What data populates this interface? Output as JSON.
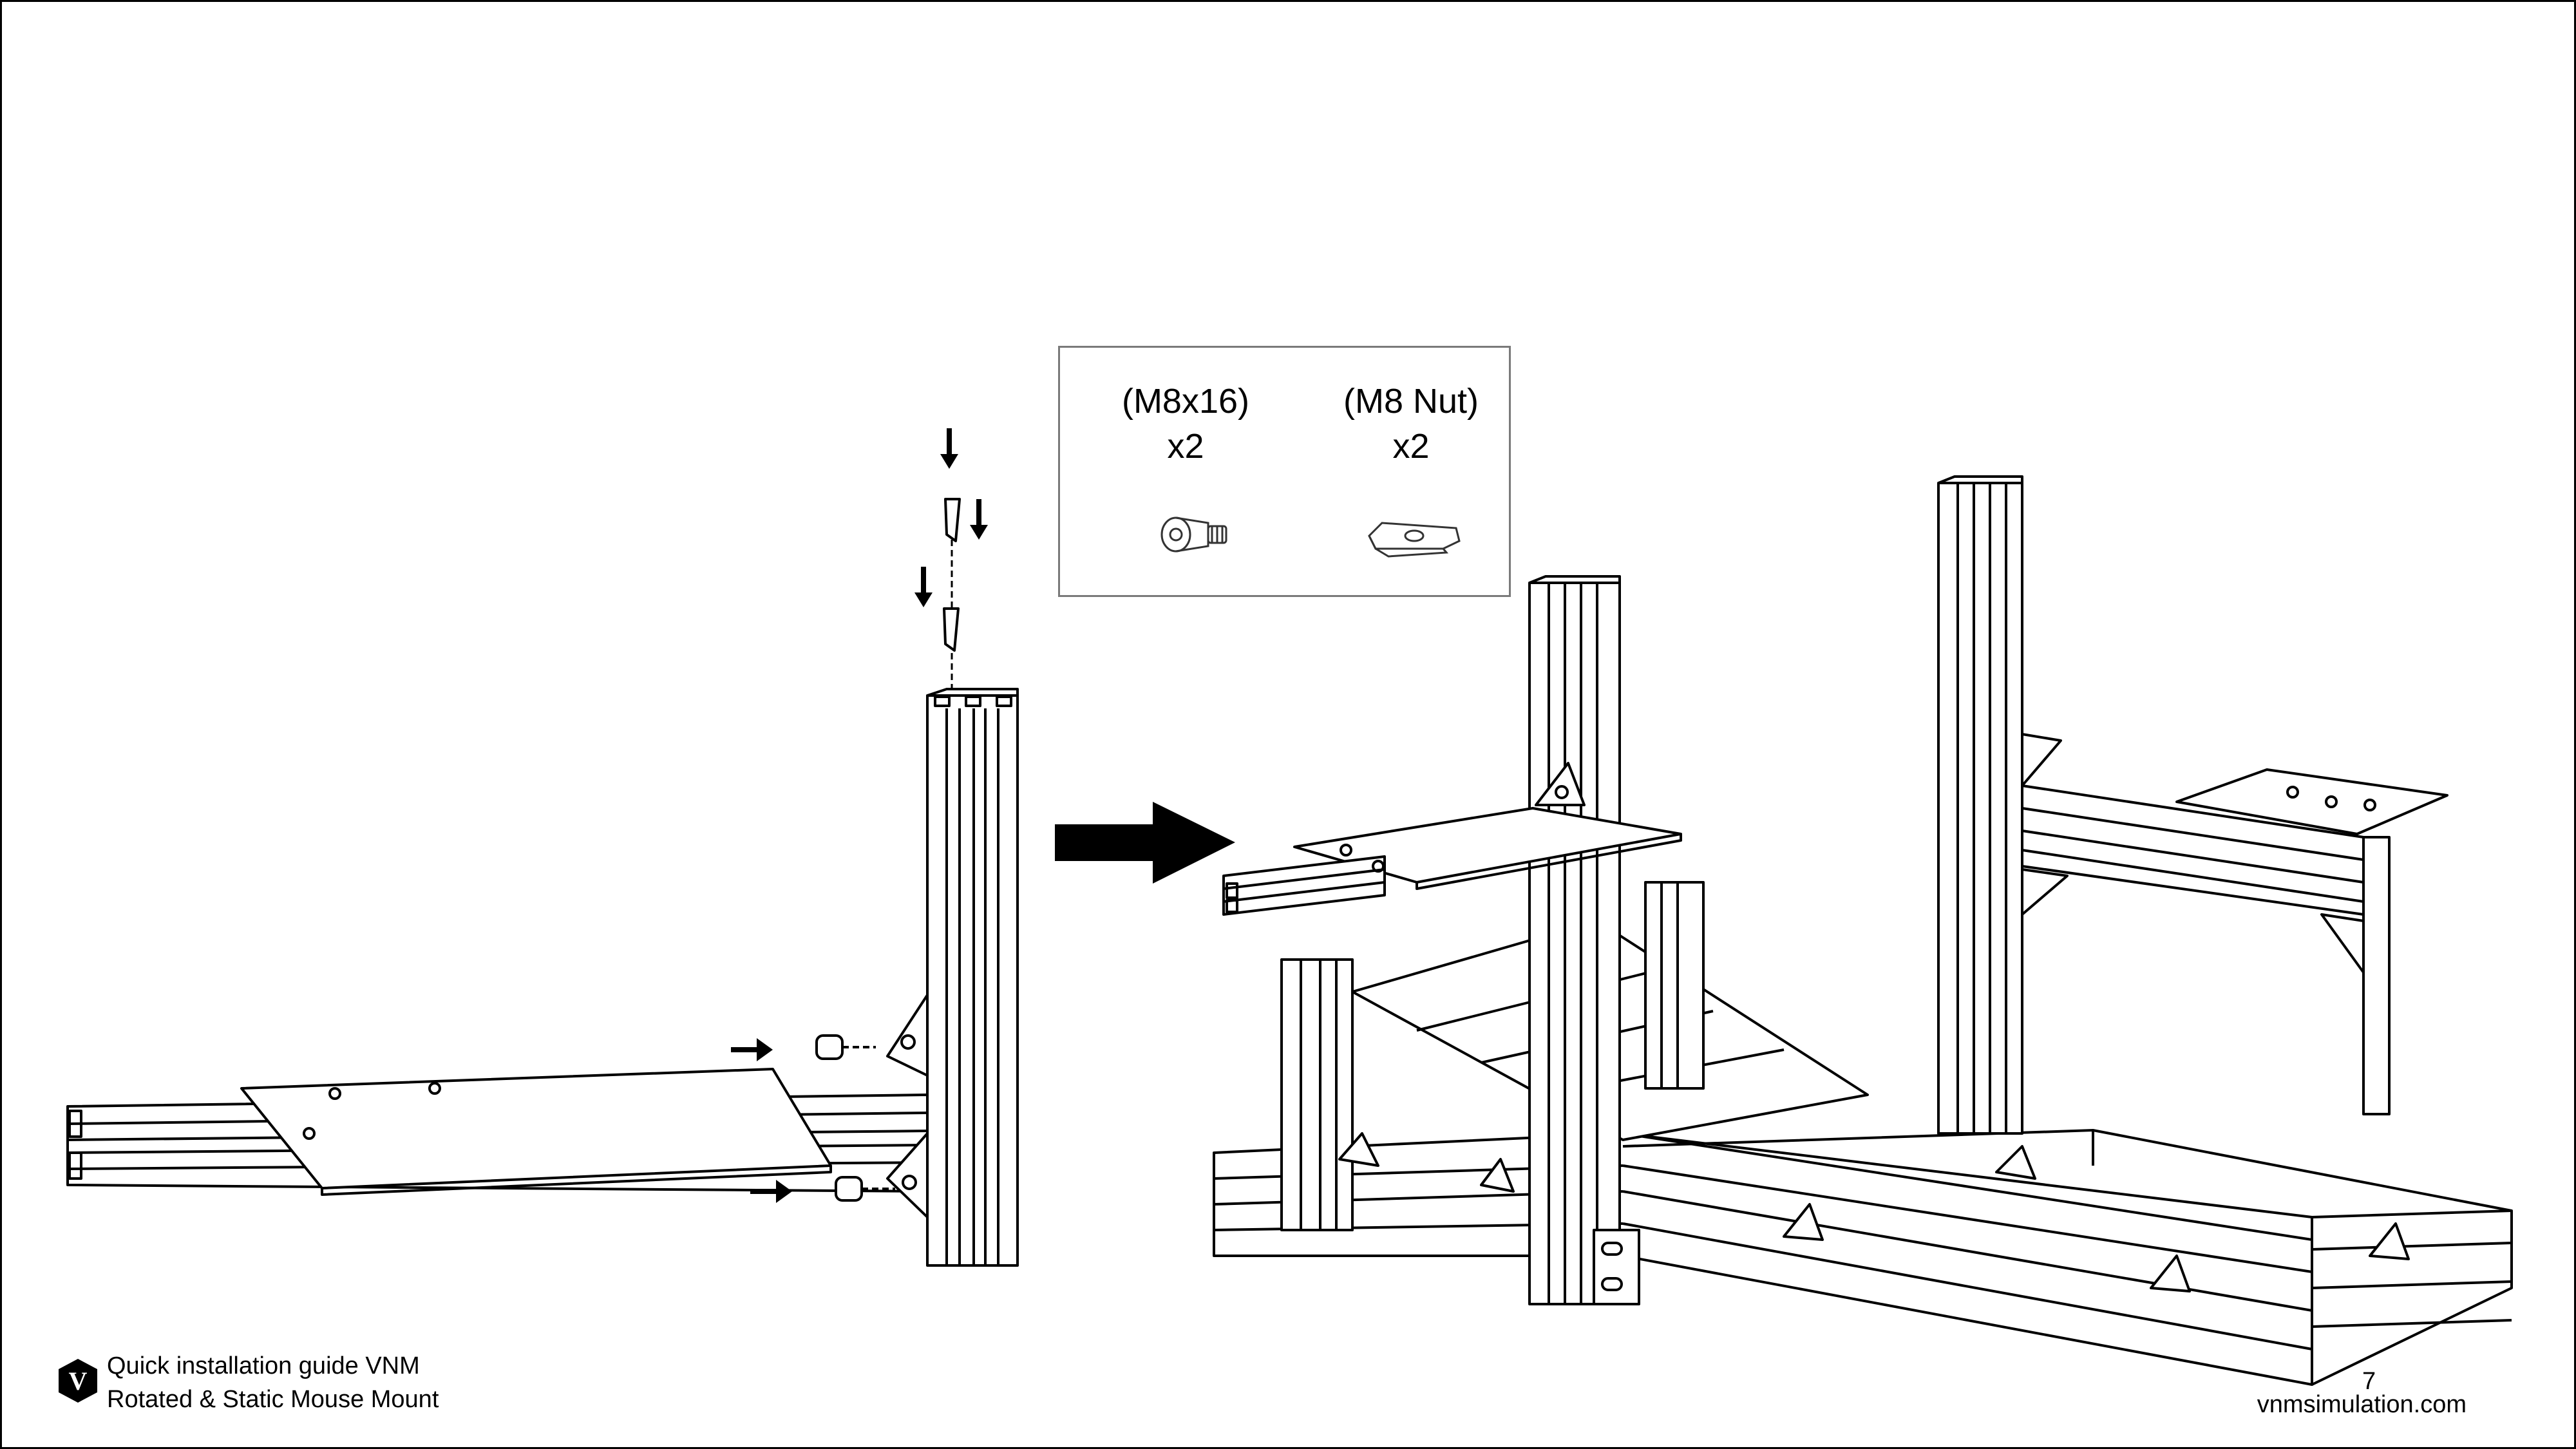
{
  "parts": [
    {
      "name": "(M8x16)",
      "qty": "x2",
      "icon": "bolt-icon"
    },
    {
      "name": "(M8 Nut)",
      "qty": "x2",
      "icon": "t-nut-icon"
    }
  ],
  "footer": {
    "title_line1": "Quick installation guide VNM",
    "title_line2": "Rotated & Static Mouse Mount",
    "page_number": "7",
    "website": "vnmsimulation.com",
    "logo_letter": "V"
  }
}
